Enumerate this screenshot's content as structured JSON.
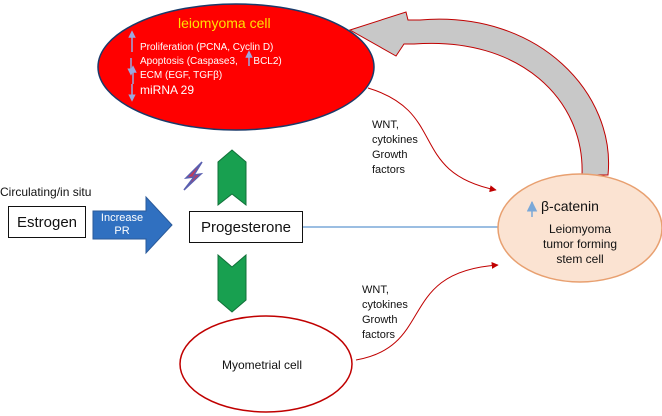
{
  "leiomyoma_cell": {
    "title": "leiomyoma cell",
    "effects": [
      {
        "direction": "up",
        "text": "Proliferation (PCNA, Cyclin D)"
      },
      {
        "direction": "down",
        "text": "Apoptosis (Caspase3,",
        "extra_direction": "up",
        "extra_text": "BCL2)"
      },
      {
        "direction": "up",
        "text": "ECM (EGF, TGFβ)"
      },
      {
        "direction": "down",
        "text": "miRNA 29"
      }
    ]
  },
  "left": {
    "source_label": "Circulating/in situ",
    "estrogen": "Estrogen",
    "increase_label_line1": "Increase",
    "increase_label_line2": "PR"
  },
  "progesterone": "Progesterone",
  "myometrial_cell": "Myometrial cell",
  "signals_upper": [
    "WNT,",
    "cytokines",
    "Growth",
    "factors"
  ],
  "signals_lower": [
    "WNT,",
    "cytokines",
    "Growth",
    "factors"
  ],
  "stem_cell": {
    "marker_direction": "up",
    "marker": "β-catenin",
    "lines": [
      "Leiomyoma",
      "tumor forming",
      "stem cell"
    ]
  },
  "colors": {
    "leiomyoma_fill": "#ff0000",
    "leiomyoma_title": "#ffe000",
    "stem_fill": "#fbe3d2",
    "stem_border": "#e8a070",
    "estrogen_arrow": "#3070c0",
    "progesterone_chevron": "#18a050",
    "curve_arrow": "#c00000",
    "horizontal_arrow": "#7aa8d8",
    "feedback_fill": "#c8c8c8",
    "effect_arrow": "#9aa8e0"
  }
}
